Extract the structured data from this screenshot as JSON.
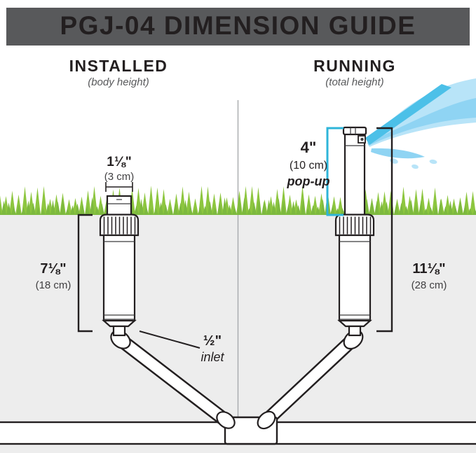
{
  "header": {
    "title": "PGJ-04 DIMENSION GUIDE"
  },
  "installed": {
    "heading": "INSTALLED",
    "subheading": "(body height)",
    "cap_width": {
      "imperial": "1⅛\"",
      "metric": "(3 cm)"
    },
    "body_height": {
      "imperial": "7⅛\"",
      "metric": "(18 cm)"
    },
    "inlet": {
      "size": "½\"",
      "label": "inlet"
    }
  },
  "running": {
    "heading": "RUNNING",
    "subheading": "(total height)",
    "pop_up": {
      "imperial": "4\"",
      "metric": "(10 cm)",
      "label": "pop-up"
    },
    "total_height": {
      "imperial": "11⅛\"",
      "metric": "(28 cm)"
    }
  },
  "colors": {
    "header_bg": "#58595b",
    "accent": "#2eb5d9",
    "grass": "#8dc63f",
    "grass_dark": "#7db93f",
    "soil": "#ededed",
    "outline": "#231f20",
    "spray_light": "#b8e4f8",
    "spray_mid": "#8fd4f3",
    "spray_dark": "#4cc0e8"
  }
}
